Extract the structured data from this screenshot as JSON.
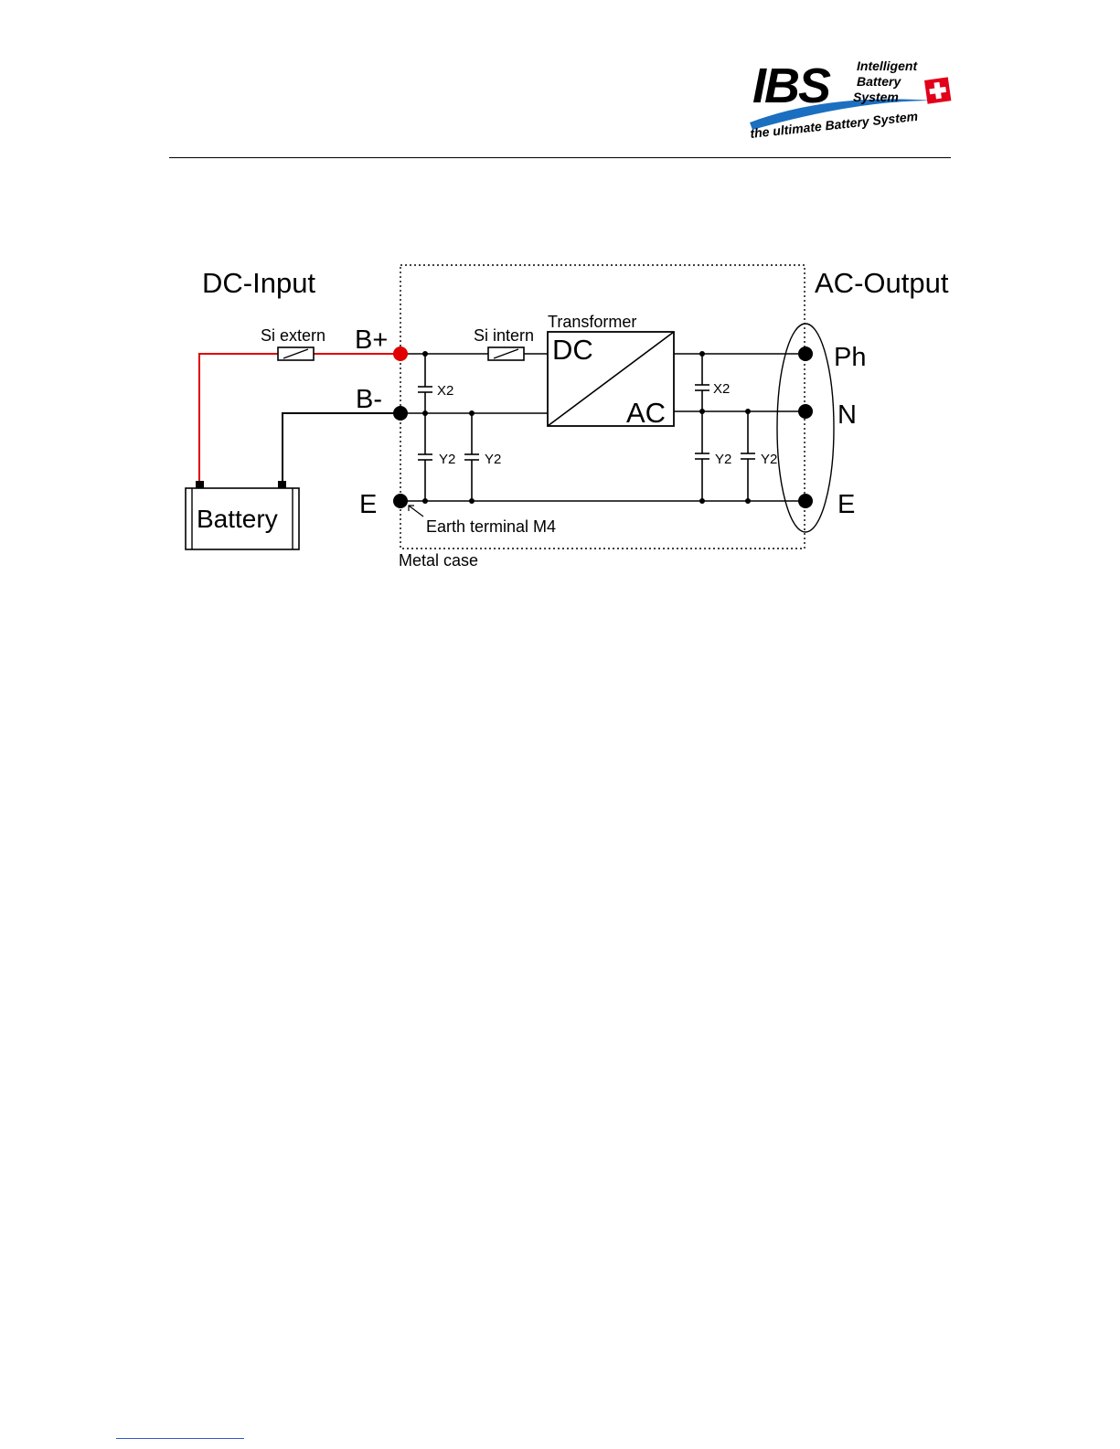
{
  "logo": {
    "brand": "IBS",
    "line1": "Intelligent",
    "line2": "Battery",
    "line3": "System",
    "tagline": "the ultimate Battery System",
    "colors": {
      "swoosh": "#1b6fc0",
      "flag": "#e2001a"
    }
  },
  "diagram": {
    "dc_input": "DC-Input",
    "ac_output": "AC-Output",
    "si_extern": "Si extern",
    "si_intern": "Si intern",
    "transformer": "Transformer",
    "dc": "DC",
    "ac": "AC",
    "b_plus": "B+",
    "b_minus": "B-",
    "e_left": "E",
    "e_right": "E",
    "ph": "Ph",
    "n": "N",
    "x2_left": "X2",
    "x2_right": "X2",
    "y2_1": "Y2",
    "y2_2": "Y2",
    "y2_3": "Y2",
    "y2_4": "Y2",
    "battery": "Battery",
    "earth_terminal": "Earth terminal M4",
    "metal_case": "Metal case",
    "colors": {
      "positive_wire": "#e00000",
      "wire": "#000000"
    }
  }
}
